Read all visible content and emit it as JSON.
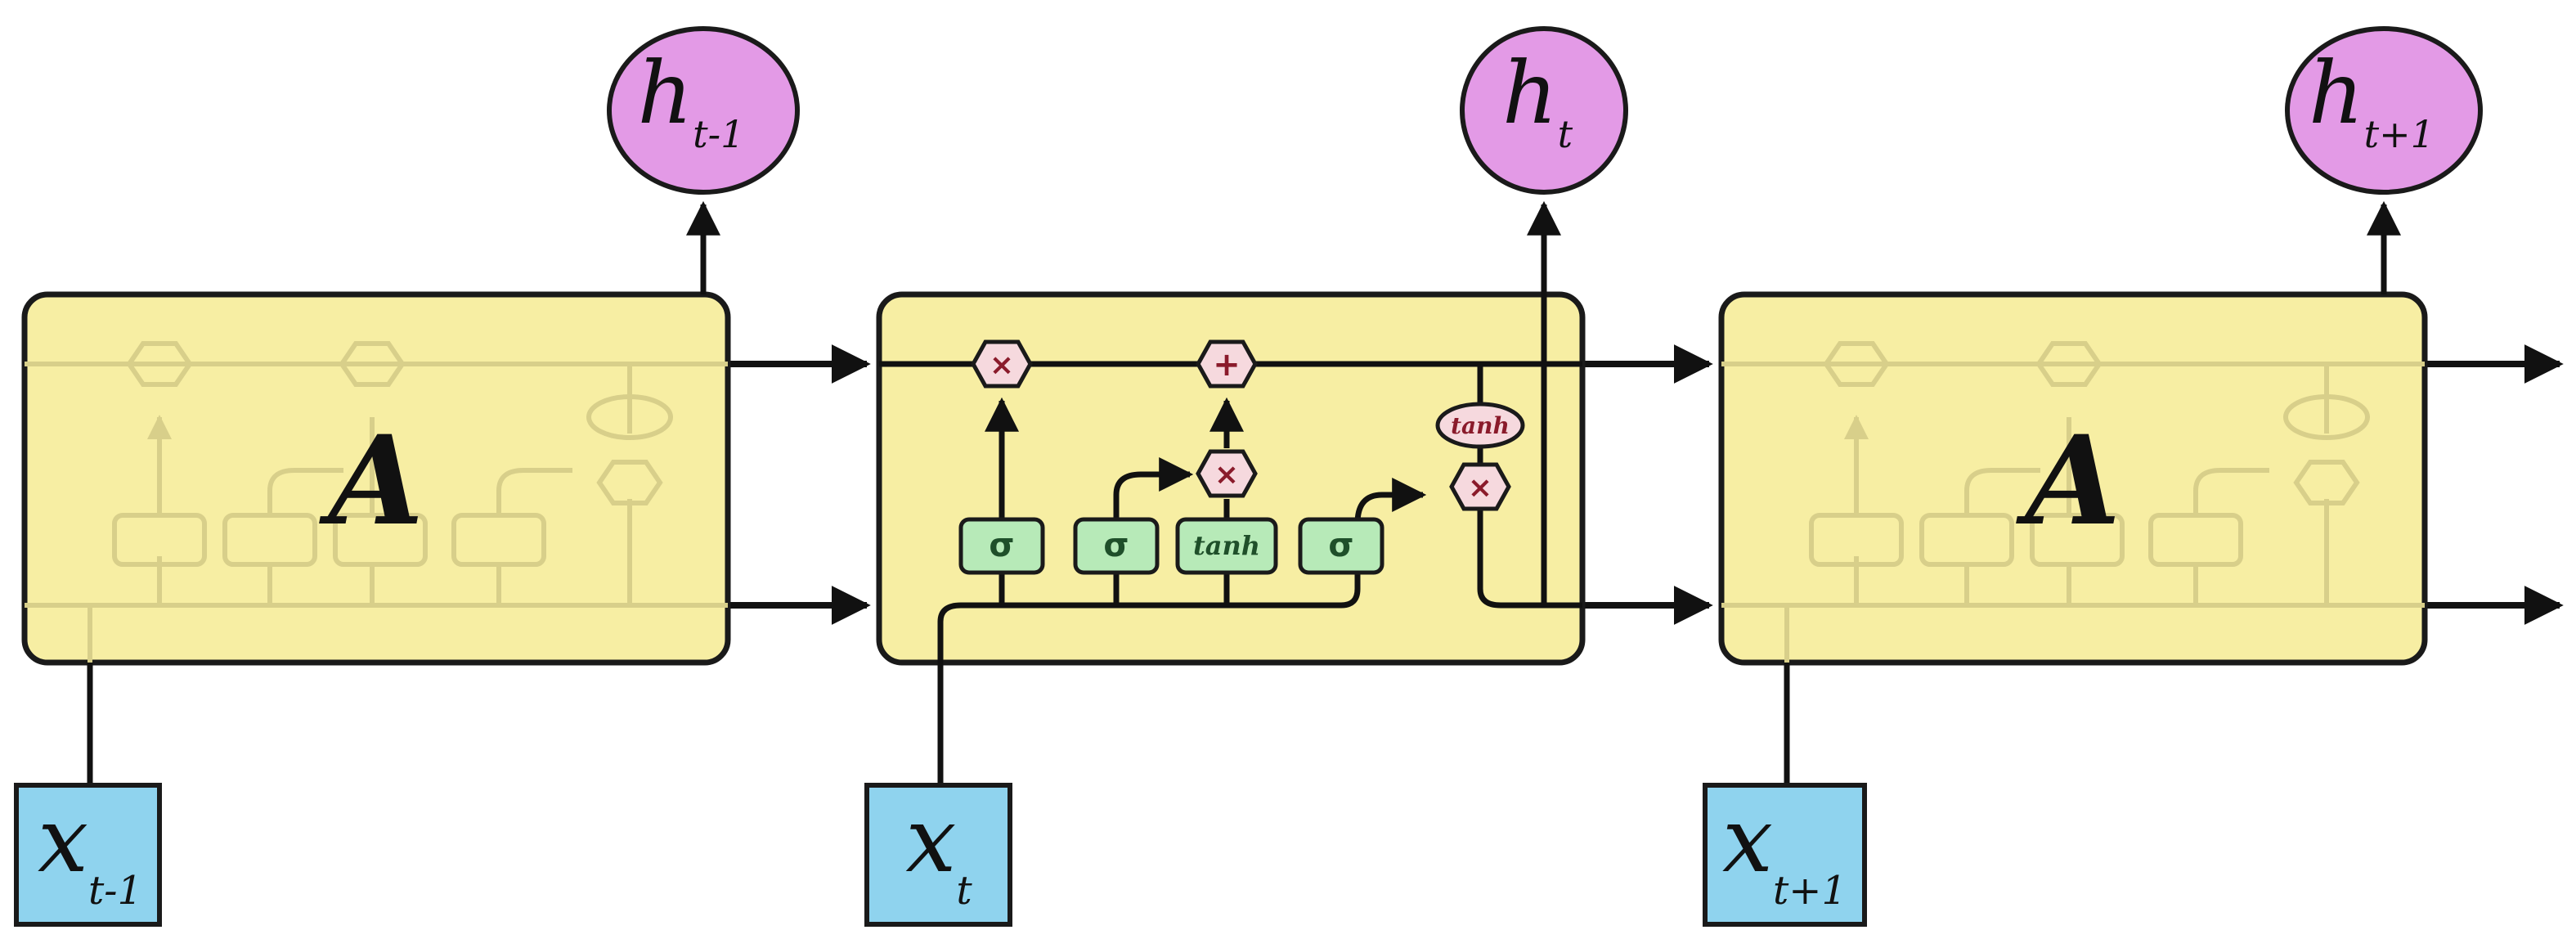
{
  "diagram": {
    "type": "lstm-unrolled",
    "cells": [
      {
        "label": "A",
        "input": {
          "symbol": "x",
          "sub": "t-1"
        },
        "output": {
          "symbol": "h",
          "sub": "t-1"
        },
        "faded_internals": true
      },
      {
        "label": "",
        "input": {
          "symbol": "x",
          "sub": "t"
        },
        "output": {
          "symbol": "h",
          "sub": "t"
        },
        "faded_internals": false
      },
      {
        "label": "A",
        "input": {
          "symbol": "x",
          "sub": "t+1"
        },
        "output": {
          "symbol": "h",
          "sub": "t+1"
        },
        "faded_internals": true
      }
    ],
    "gates": {
      "sigma": "σ",
      "tanh": "tanh",
      "multiply": "×",
      "add": "+"
    },
    "colors": {
      "cell_fill": "#f7eea3",
      "cell_border": "#1a1a1a",
      "input_fill": "#8fd3ee",
      "output_fill": "#e39ae6",
      "gate_fill": "#b7eab8",
      "gate_text": "#1f4f2a",
      "op_fill": "#f6d9de",
      "op_text": "#8a1b2b",
      "line": "#111111",
      "faded": "#d8cf8a"
    }
  }
}
